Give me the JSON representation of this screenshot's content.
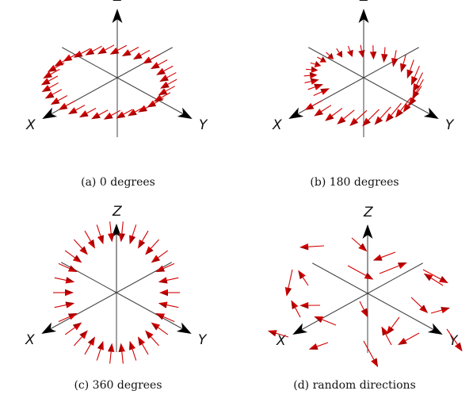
{
  "panels": [
    {
      "id": "a",
      "caption": "(a) 0 degrees",
      "axes": {
        "x": "X",
        "y": "Y",
        "z": "Z"
      },
      "arrow_pattern": "horizontal ring, arrows pointing toward +X (toward viewer)",
      "arrow_count": 30
    },
    {
      "id": "b",
      "caption": "(b) 180 degrees",
      "axes": {
        "x": "X",
        "y": "Y",
        "z": "Z"
      },
      "arrow_pattern": "horizontal ring, half rotated 180 degrees",
      "arrow_count": 30
    },
    {
      "id": "c",
      "caption": "(c) 360 degrees",
      "axes": {
        "x": "X",
        "y": "Y",
        "z": "Z"
      },
      "arrow_pattern": "vertical ring, arrows pointing inward",
      "arrow_count": 30
    },
    {
      "id": "d",
      "caption": "(d) random directions",
      "axes": {
        "x": "X",
        "y": "Y",
        "z": "Z"
      },
      "arrow_pattern": "scattered arrows, random directions",
      "arrow_count": 22
    }
  ],
  "colors": {
    "arrow": "#d40000",
    "arrow_dark": "#7a0000",
    "axis": "#000000",
    "axis_line": "#444444"
  }
}
